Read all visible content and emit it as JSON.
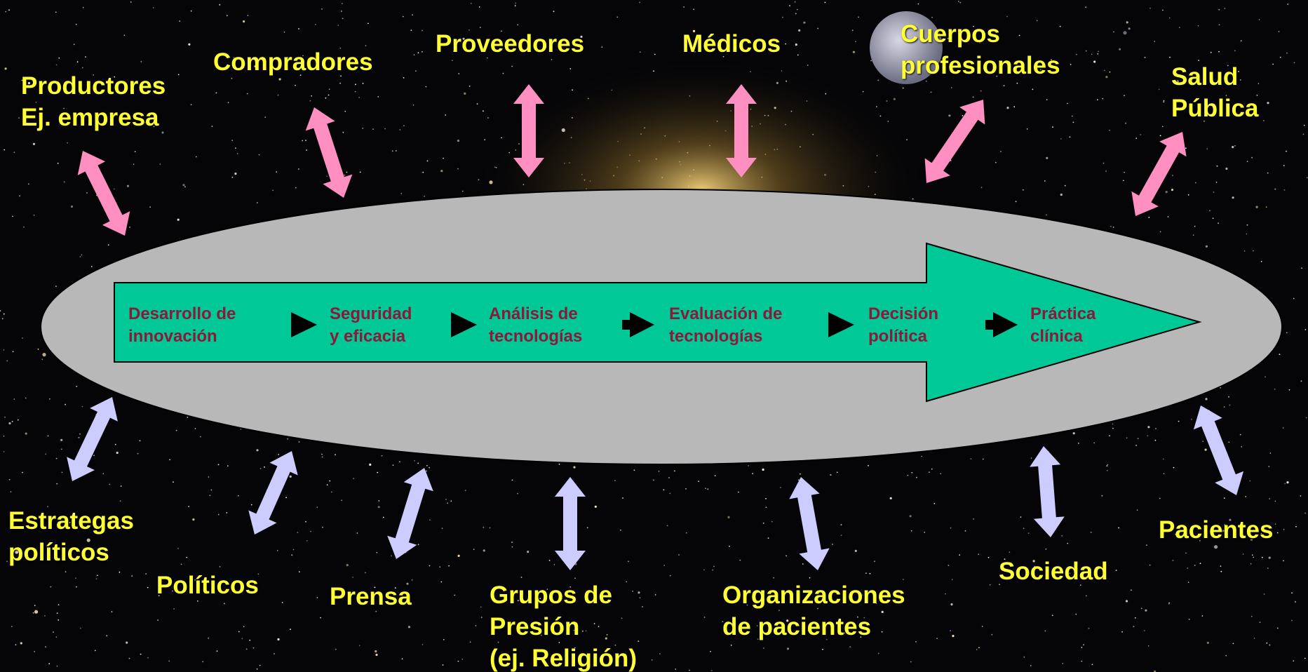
{
  "process_steps": [
    {
      "line1": "Desarrollo de",
      "line2": "innovación"
    },
    {
      "line1": "Seguridad",
      "line2": "y eficacia"
    },
    {
      "line1": "Análisis de",
      "line2": "tecnologías"
    },
    {
      "line1": "Evaluación de",
      "line2": "tecnologías"
    },
    {
      "line1": "Decisión",
      "line2": "política"
    },
    {
      "line1": "Práctica",
      "line2": "clínica"
    }
  ],
  "stakeholders_top": [
    {
      "line1": "Productores",
      "line2": "Ej. empresa"
    },
    {
      "line1": "Compradores"
    },
    {
      "line1": "Proveedores"
    },
    {
      "line1": "Médicos"
    },
    {
      "line1": "Cuerpos",
      "line2": "profesionales"
    },
    {
      "line1": "Salud",
      "line2": "Pública"
    }
  ],
  "stakeholders_bottom": [
    {
      "line1": "Estrategas",
      "line2": "políticos"
    },
    {
      "line1": "Políticos"
    },
    {
      "line1": "Prensa"
    },
    {
      "line1": "Grupos de",
      "line2": "Presión",
      "line3": "(ej. Religión)"
    },
    {
      "line1": "Organizaciones",
      "line2": "de pacientes"
    },
    {
      "line1": "Sociedad"
    },
    {
      "line1": "Pacientes"
    }
  ],
  "colors": {
    "label": "#ffff33",
    "step_text": "#8b1a3a",
    "ellipse": "#b8b8b8",
    "process_arrow": "#00c896",
    "top_arrows": "#ff8fc0",
    "bottom_arrows": "#ccccff"
  }
}
